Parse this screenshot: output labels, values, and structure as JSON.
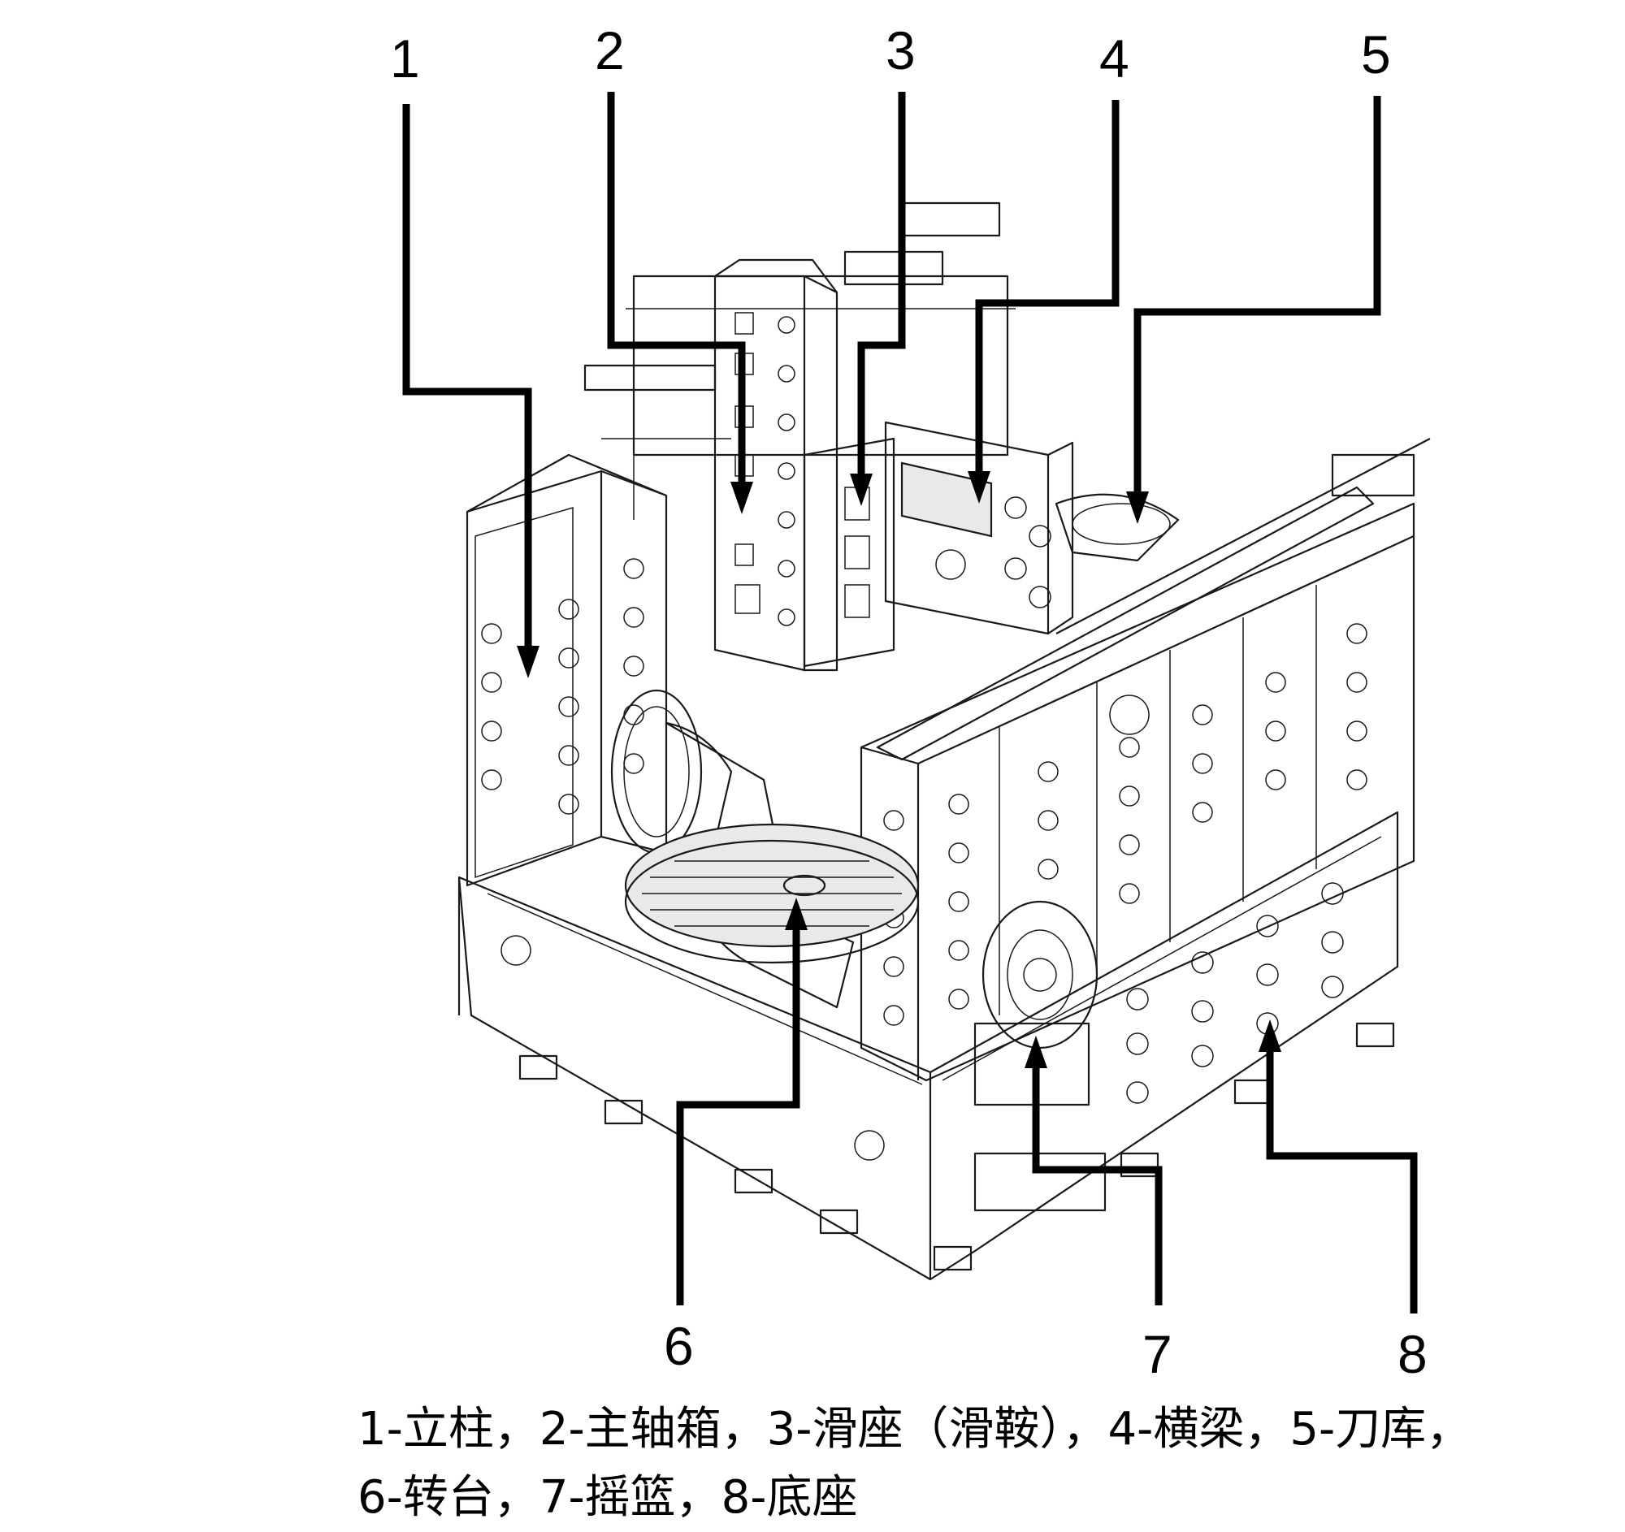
{
  "labels": [
    {
      "num": "1",
      "name": "立柱"
    },
    {
      "num": "2",
      "name": "主轴箱"
    },
    {
      "num": "3",
      "name": "滑座（滑鞍）"
    },
    {
      "num": "4",
      "name": "横梁"
    },
    {
      "num": "5",
      "name": "刀库"
    },
    {
      "num": "6",
      "name": "转台"
    },
    {
      "num": "7",
      "name": "摇篮"
    },
    {
      "num": "8",
      "name": "底座"
    }
  ],
  "caption": {
    "line1": "1-立柱，2-主轴箱，3-滑座（滑鞍），4-横梁，5-刀库，",
    "line2": "6-转台，7-摇篮，8-底座"
  }
}
